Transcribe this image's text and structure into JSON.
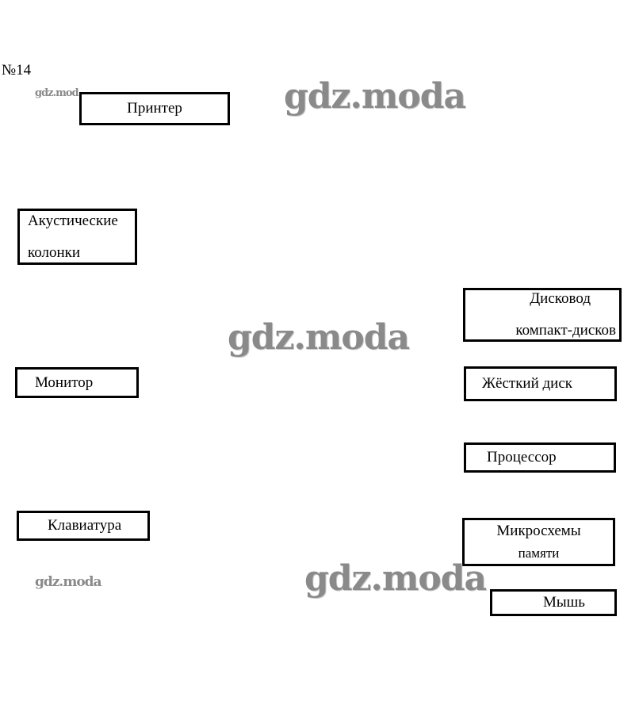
{
  "task_number": "№14",
  "watermarks": [
    "gdz.moda",
    "gdz.moda",
    "gdz.moda",
    "gdz.moda",
    "gdz.mod"
  ],
  "left_column": [
    {
      "lines": [
        "Принтер"
      ]
    },
    {
      "lines": [
        "Акустические",
        "колонки"
      ]
    },
    {
      "lines": [
        "Монитор"
      ]
    },
    {
      "lines": [
        "Клавиатура"
      ]
    }
  ],
  "right_column": [
    {
      "lines": [
        "Дисковод",
        "компакт-дисков"
      ]
    },
    {
      "lines": [
        "Жёсткий диск"
      ]
    },
    {
      "lines": [
        "Процессор"
      ]
    },
    {
      "lines": [
        "Микросхемы",
        "памяти"
      ]
    },
    {
      "lines": [
        "Мышь"
      ]
    }
  ]
}
